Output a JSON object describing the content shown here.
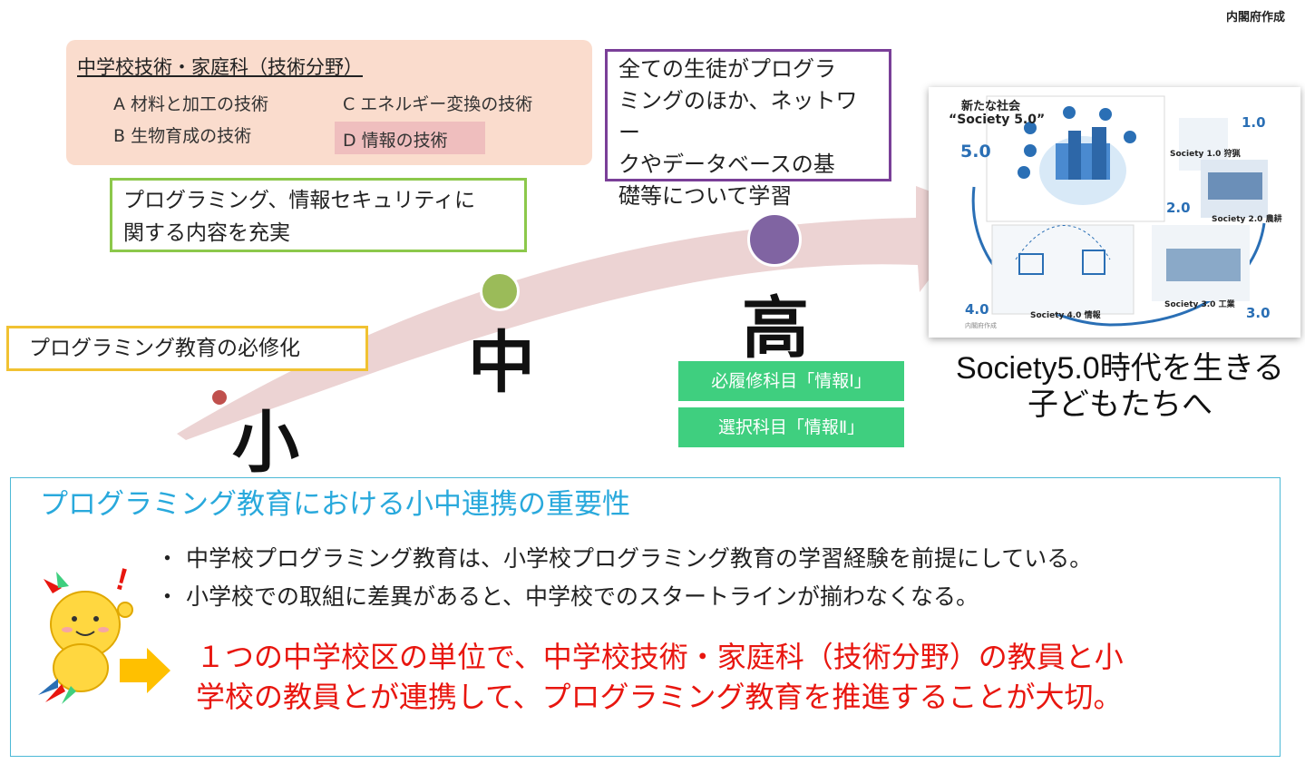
{
  "credit": "内閣府作成",
  "subject_box": {
    "title": "中学校技術・家庭科（技術分野）",
    "item_a": "A 材料と加工の技術",
    "item_b": "B 生物育成の技術",
    "item_c": "C エネルギー変換の技術",
    "item_d": "D 情報の技術"
  },
  "middle_box": {
    "line1": "プログラミング、情報セキュリティに",
    "line2": "関する内容を充実"
  },
  "high_box": {
    "line1": "全ての生徒がプログラ",
    "line2": "ミングのほか、ネットワー",
    "line3": "クやデータベースの基",
    "line4": "礎等について学習"
  },
  "elementary_box": {
    "text": "プログラミング教育の必修化"
  },
  "stages": {
    "elementary": "小",
    "middle": "中",
    "high": "高"
  },
  "high_courses": {
    "required": "必履修科目「情報Ⅰ」",
    "elective": "選択科目「情報Ⅱ」"
  },
  "society_image": {
    "new_society": "新たな社会",
    "society50": "“Society 5.0”",
    "num_50": "5.0",
    "num_10": "1.0",
    "num_20": "2.0",
    "num_30": "3.0",
    "num_40": "4.0",
    "label_10": "Society 1.0 狩猟",
    "label_20": "Society 2.0 農耕",
    "label_30": "Society 3.0 工業",
    "label_40": "Society 4.0 情報",
    "source": "内閣府作成"
  },
  "society_caption": {
    "line1": "Society5.0時代を生きる",
    "line2": "子どもたちへ"
  },
  "bottom": {
    "heading": "プログラミング教育における小中連携の重要性",
    "bullet1": "・ 中学校プログラミング教育は、小学校プログラミング教育の学習経験を前提にしている。",
    "bullet2": "・ 小学校での取組に差異があると、中学校でのスタートラインが揃わなくなる。",
    "conclusion_line1": "１つの中学校区の単位で、中学校技術・家庭科（技術分野）の教員と小",
    "conclusion_line2": "学校の教員とが連携して、プログラミング教育を推進することが大切。"
  },
  "colors": {
    "arrow": "#ecd3d3",
    "dot_elementary": "#c0504d",
    "dot_middle": "#9bbb59",
    "dot_high": "#8064a2",
    "heading": "#29a9dc",
    "conclusion": "#e8160f",
    "pill": "#3fcf7f"
  }
}
